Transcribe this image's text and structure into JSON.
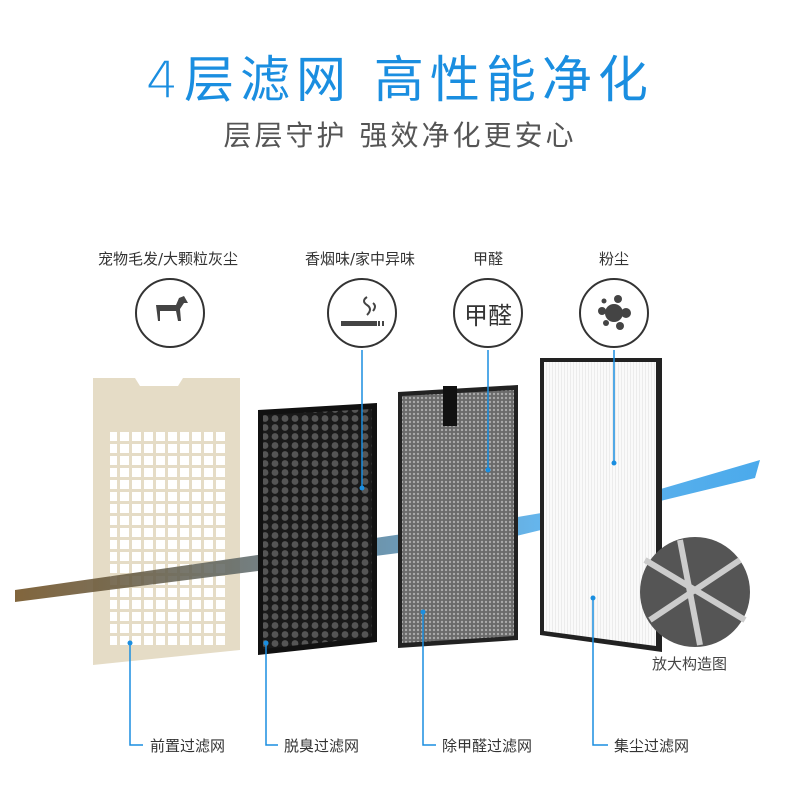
{
  "header": {
    "title": "4层滤网  高性能净化",
    "subtitle": "层层守护 强效净化更安心"
  },
  "pollutants": [
    {
      "label": "宠物毛发/大颗粒灰尘",
      "icon": "dog-icon"
    },
    {
      "label": "香烟味/家中异味",
      "icon": "cigarette-icon"
    },
    {
      "label": "甲醛",
      "icon": "formaldehyde-icon",
      "icon_text": "甲醛"
    },
    {
      "label": "粉尘",
      "icon": "dust-icon"
    }
  ],
  "filters": [
    {
      "label": "前置过滤网"
    },
    {
      "label": "脱臭过滤网"
    },
    {
      "label": "除甲醛过滤网"
    },
    {
      "label": "集尘过滤网"
    }
  ],
  "zoom_label": "放大构造图",
  "colors": {
    "accent": "#1a8ee0",
    "text": "#333333"
  }
}
